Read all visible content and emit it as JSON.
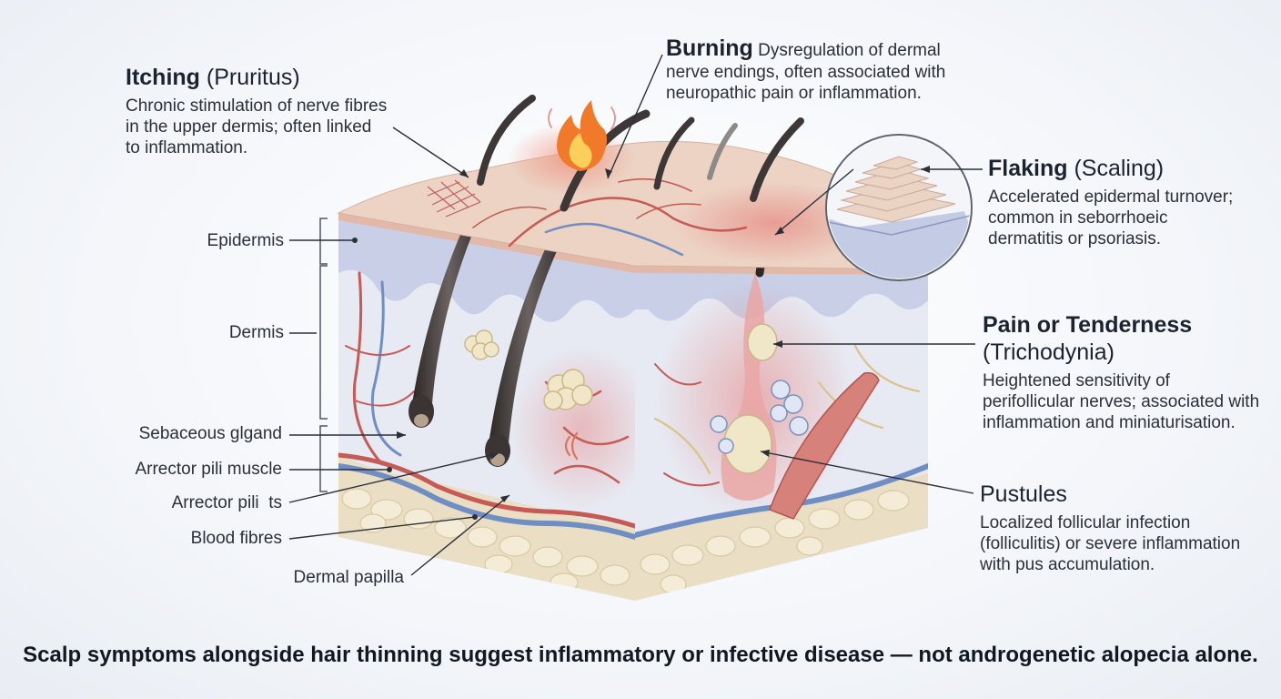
{
  "callouts": {
    "itching": {
      "title": "Itching",
      "subtitle": "(Pruritus)",
      "description": [
        "Chronic stimulation of nerve fibres",
        "in the upper dermis; often linked",
        "to inflammation."
      ]
    },
    "burning": {
      "title": "Burning",
      "description_first": "Dysregulation of dermal",
      "description": [
        "nerve endings, often associated with",
        "neuropathic pain or inflammation."
      ]
    },
    "flaking": {
      "title": "Flaking",
      "subtitle": "(Scaling)",
      "description": [
        "Accelerated epidermal turnover;",
        "common in seborrhoeic",
        "dermatitis or psoriasis."
      ]
    },
    "pain": {
      "title": "Pain or Tenderness",
      "subtitle": "(Trichodynia)",
      "description": [
        "Heightened sensitivity of",
        "perifollicular nerves; associated with",
        "inflammation and miniaturisation."
      ]
    },
    "pustules": {
      "title": "Pustules",
      "description": [
        "Localized follicular infection",
        "(folliculitis) or severe inflammation",
        "with pus accumulation."
      ]
    }
  },
  "anatomy_labels": {
    "epidermis": "Epidermis",
    "dermis": "Dermis",
    "sebaceous_gland": "Sebaceous glgand",
    "arrector_pili_muscle": "Arrector pili muscle",
    "arrector_pili_ts": "Arrector pili  ts",
    "blood_fibres": "Blood fibres",
    "dermal_papilla": "Dermal papilla"
  },
  "footer": "Scalp symptoms alongside hair thinning suggest inflammatory or infective disease — not androgenetic alopecia alone.",
  "colors": {
    "epidermis": "#c8cfe6",
    "dermis": "#e7eaf3",
    "top_surface": "#ecd3c4",
    "fat": "#eadfc4",
    "vessel_red": "#c65a55",
    "vessel_blue": "#6f8ec4",
    "hair": "#3b3736",
    "inflammation": "#e07a78",
    "nerve": "#d9c38a"
  }
}
